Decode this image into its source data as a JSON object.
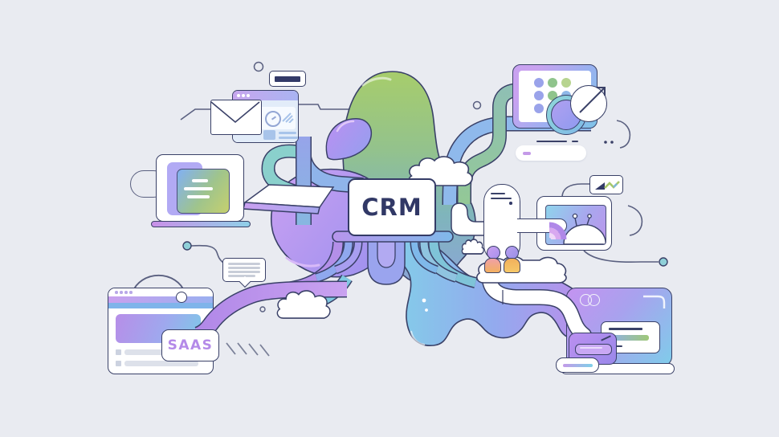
{
  "scene": {
    "kind": "vector illustration",
    "title": "CRM concept illustration",
    "background_color": "#e9ebf1",
    "outline_color": "#3a4168"
  },
  "labels": {
    "crm": "CRM",
    "saas": "SAAS"
  },
  "colors": {
    "crm_text": "#313866",
    "saas_text": "#b48ae8",
    "blob_green": "#a7cd6b",
    "blob_purple": "#c9a0f2",
    "blob_blue": "#84cbe9",
    "tube_purple": "#b48fe8",
    "tube_blue": "#8fb9ec",
    "tube_green": "#90c39d",
    "tube_teal": "#86cfd9",
    "people_orange": "#f2b05c",
    "people_purple": "#b795ea"
  },
  "icon_names": [
    "envelope-icon",
    "gauge-icon",
    "tooltip-bar-icon",
    "browser-window-icon",
    "laptop-icon",
    "speech-bubble-icon",
    "shopping-bag-handle-icon",
    "grid-dots-icon",
    "magnifier-lens-icon",
    "growth-arrow-icon",
    "search-bar-icon",
    "chart-badge-icon",
    "rainbow-icon",
    "hill-antenna-icon",
    "kiosk-character-icon",
    "person-icon",
    "cloud-icon",
    "wallet-icon",
    "progress-card-icon",
    "infinity-rings-icon",
    "paper-sheet-icon",
    "tentacle-fan-icon"
  ]
}
